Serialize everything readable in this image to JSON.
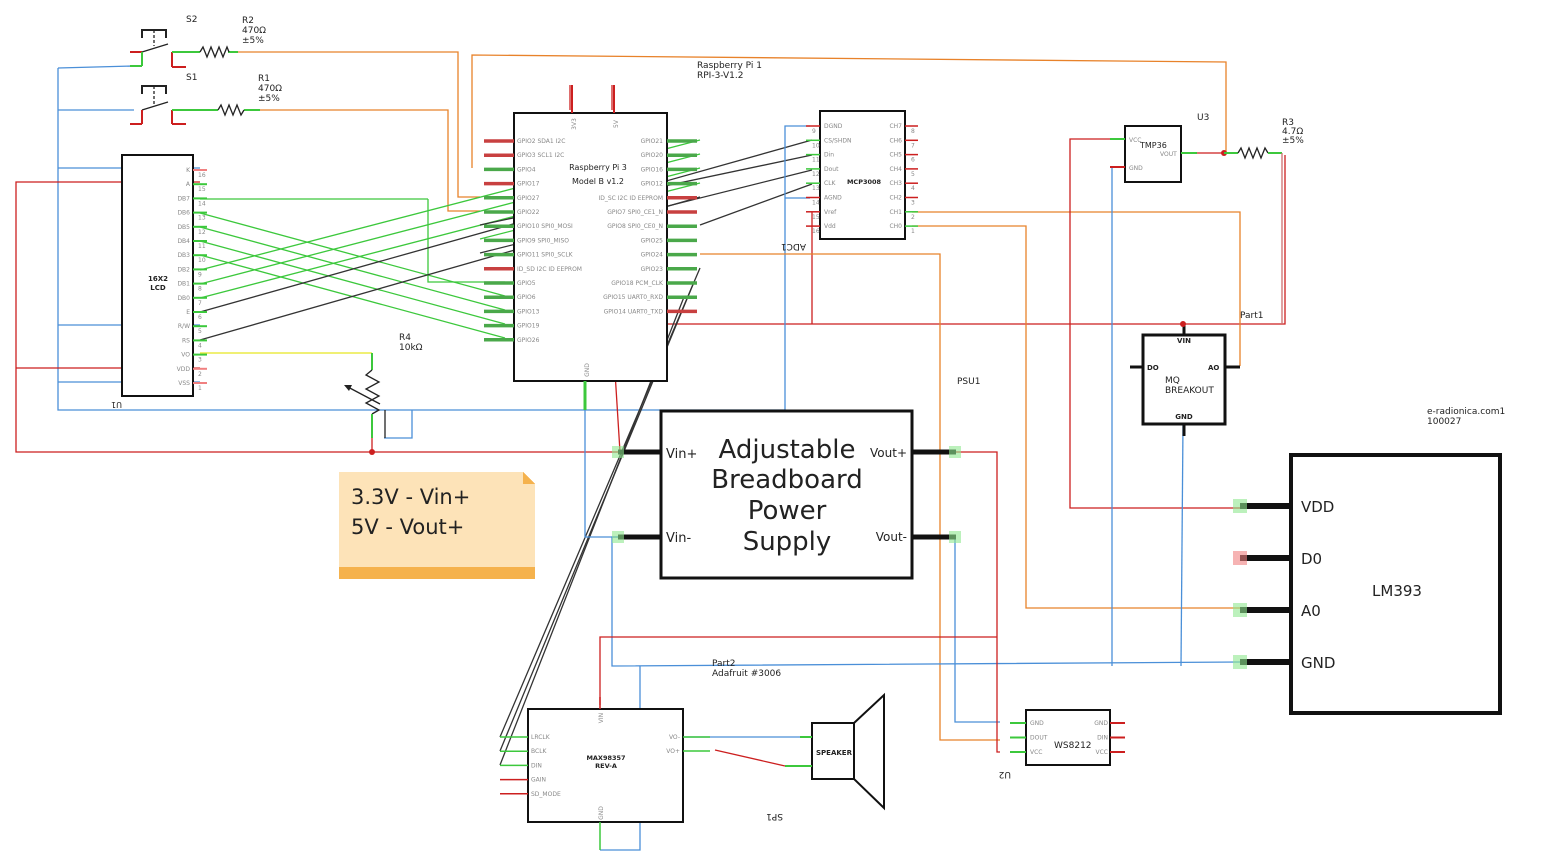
{
  "components": {
    "s2": {
      "ref": "S2"
    },
    "s1": {
      "ref": "S1"
    },
    "r2": {
      "ref": "R2",
      "value": "470Ω",
      "tol": "±5%"
    },
    "r1": {
      "ref": "R1",
      "value": "470Ω",
      "tol": "±5%"
    },
    "r3": {
      "ref": "R3",
      "value": "4.7Ω",
      "tol": "±5%"
    },
    "r4": {
      "ref": "R4",
      "value": "10kΩ"
    },
    "lcd": {
      "ref": "U1",
      "title1": "16X2",
      "title2": "LCD",
      "pins": [
        {
          "name": "K",
          "num": "16"
        },
        {
          "name": "A",
          "num": "15"
        },
        {
          "name": "DB7",
          "num": "14"
        },
        {
          "name": "DB6",
          "num": "13"
        },
        {
          "name": "DB5",
          "num": "12"
        },
        {
          "name": "DB4",
          "num": "11"
        },
        {
          "name": "DB3",
          "num": "10"
        },
        {
          "name": "DB2",
          "num": "9"
        },
        {
          "name": "DB1",
          "num": "8"
        },
        {
          "name": "DB0",
          "num": "7"
        },
        {
          "name": "E",
          "num": "6"
        },
        {
          "name": "R/W",
          "num": "5"
        },
        {
          "name": "RS",
          "num": "4"
        },
        {
          "name": "VO",
          "num": "3"
        },
        {
          "name": "VDD",
          "num": "2"
        },
        {
          "name": "VSS",
          "num": "1"
        }
      ]
    },
    "rpi": {
      "ref": "Raspberry Pi 1",
      "part": "RPI-3-V1.2",
      "title1": "Raspberry Pi 3",
      "title2": "Model B v1.2",
      "top_pins": [
        "3V3",
        "5V"
      ],
      "bottom_pin": "GND",
      "left_pins": [
        "GPIO2 SDA1 I2C",
        "GPIO3 SCL1 I2C",
        "GPIO4",
        "GPIO17",
        "GPIO27",
        "GPIO22",
        "GPIO10 SPI0_MOSI",
        "GPIO9 SPI0_MISO",
        "GPIO11 SPI0_SCLK",
        "ID_SD I2C ID EEPROM",
        "GPIO5",
        "GPIO6",
        "GPIO13",
        "GPIO19",
        "GPIO26"
      ],
      "right_pins": [
        "GPIO21",
        "GPIO20",
        "GPIO16",
        "GPIO12",
        "ID_SC I2C ID EEPROM",
        "GPIO7 SPI0_CE1_N",
        "GPIO8 SPI0_CE0_N",
        "GPIO25",
        "GPIO24",
        "GPIO23",
        "GPIO18 PCM_CLK",
        "GPIO15 UART0_RXD",
        "GPIO14 UART0_TXD"
      ]
    },
    "mcp": {
      "ref": "ADC1",
      "title": "MCP3008",
      "left_pins": [
        {
          "name": "DGND",
          "num": "9"
        },
        {
          "name": "CS/SHDN",
          "num": "10"
        },
        {
          "name": "Din",
          "num": "11"
        },
        {
          "name": "Dout",
          "num": "12"
        },
        {
          "name": "CLK",
          "num": "13"
        },
        {
          "name": "AGND",
          "num": "14"
        },
        {
          "name": "Vref",
          "num": "15"
        },
        {
          "name": "Vdd",
          "num": "16"
        }
      ],
      "right_pins": [
        {
          "name": "CH7",
          "num": "8"
        },
        {
          "name": "CH6",
          "num": "7"
        },
        {
          "name": "CH5",
          "num": "6"
        },
        {
          "name": "CH4",
          "num": "5"
        },
        {
          "name": "CH3",
          "num": "4"
        },
        {
          "name": "CH2",
          "num": "3"
        },
        {
          "name": "CH1",
          "num": "2"
        },
        {
          "name": "CH0",
          "num": "1"
        }
      ]
    },
    "tmp": {
      "ref": "U3",
      "title": "TMP36",
      "pins": [
        "VCC",
        "GND",
        "VOUT"
      ]
    },
    "mq": {
      "ref": "Part1",
      "title1": "MQ",
      "title2": "BREAKOUT",
      "pins": [
        "VIN",
        "DO",
        "AO",
        "GND"
      ]
    },
    "psu": {
      "ref": "PSU1",
      "title": [
        "Adjustable",
        "Breadboard",
        "Power",
        "Supply"
      ],
      "pins": [
        "Vin+",
        "Vin-",
        "Vout+",
        "Vout-"
      ]
    },
    "lm393": {
      "ref": "e-radionica.com1",
      "part": "100027",
      "title": "LM393",
      "pins": [
        "VDD",
        "D0",
        "A0",
        "GND"
      ]
    },
    "max": {
      "ref": "Part2",
      "part": "Adafruit #3006",
      "title1": "MAX98357",
      "title2": "REV-A",
      "left_pins": [
        "LRCLK",
        "BCLK",
        "DIN",
        "GAIN",
        "SD_MODE"
      ],
      "right_pins": [
        "VO-",
        "VO+"
      ],
      "top_pin": "VIN",
      "bottom_pin": "GND"
    },
    "speaker": {
      "ref": "SP1",
      "title": "SPEAKER"
    },
    "ws": {
      "ref": "U2",
      "title": "WS8212",
      "left_pins": [
        "GND",
        "DOUT",
        "VCC"
      ],
      "right_pins": [
        "GND",
        "DIN",
        "VCC"
      ]
    }
  },
  "note": {
    "text": "3.3V - Vin+\n5V - Vout+"
  },
  "colors": {
    "red": "#cc1f1f",
    "blue": "#4a8fd8",
    "green": "#3cc83c",
    "orange": "#e8822a",
    "yellow": "#e8e820",
    "dark": "#333333"
  }
}
